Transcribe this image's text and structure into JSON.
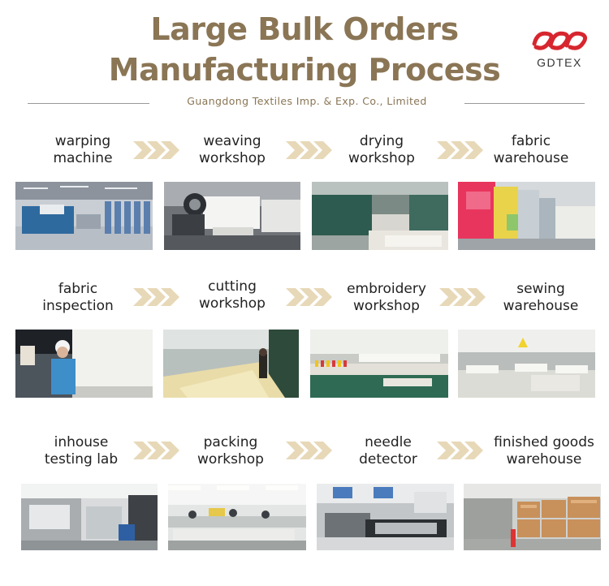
{
  "header": {
    "title_line1": "Large Bulk Orders",
    "title_line2": "Manufacturing Process",
    "subtitle": "Guangdong Textiles Imp. & Exp. Co., Limited",
    "logo_text": "GDTEX",
    "title_color": "#8a7555",
    "logo_color": "#d7262f"
  },
  "steps": [
    {
      "line1": "warping",
      "line2": "machine"
    },
    {
      "line1": "weaving",
      "line2": "workshop"
    },
    {
      "line1": "drying",
      "line2": "workshop"
    },
    {
      "line1": "fabric",
      "line2": "warehouse"
    },
    {
      "line1": "fabric",
      "line2": "inspection"
    },
    {
      "line1": "cutting",
      "line2": "workshop"
    },
    {
      "line1": "embroidery",
      "line2": "workshop"
    },
    {
      "line1": "sewing",
      "line2": "warehouse"
    },
    {
      "line1": "inhouse",
      "line2": "testing lab"
    },
    {
      "line1": "packing",
      "line2": "workshop"
    },
    {
      "line1": "needle",
      "line2": "detector"
    },
    {
      "line1": "finished goods",
      "line2": "warehouse"
    }
  ],
  "arrow_color": "#e7d8b8"
}
